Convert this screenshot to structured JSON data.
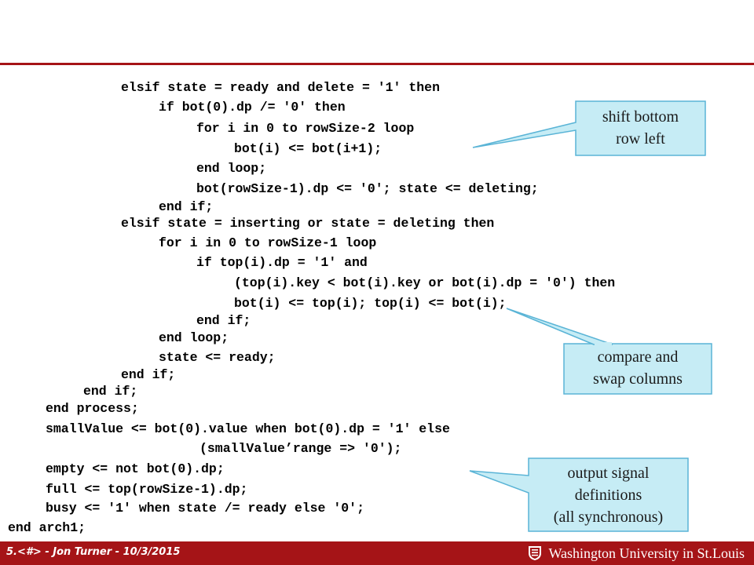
{
  "code_lines": [
    "elsif state = ready and delete = '1' then",
    "if bot(0).dp /= '0' then",
    "for i in 0 to rowSize-2 loop",
    "bot(i) <= bot(i+1);",
    "end loop;",
    "bot(rowSize-1).dp <= '0'; state <= deleting;",
    "end if;",
    "elsif state = inserting or state = deleting then",
    "for i in 0 to rowSize-1 loop",
    "if top(i).dp = '1' and",
    "(top(i).key < bot(i).key or bot(i).dp = '0') then",
    "bot(i) <= top(i); top(i) <= bot(i);",
    "end if;",
    "end loop;",
    "state <= ready;",
    "end if;",
    "end if;",
    "end process;",
    "smallValue <= bot(0).value when bot(0).dp = '1' else",
    "(smallValue’range => '0');",
    "empty <= not bot(0).dp;",
    "full <= top(rowSize-1).dp;",
    "busy <= '1' when state /= ready else '0';",
    "end arch1;"
  ],
  "callouts": [
    {
      "lines": [
        "shift bottom",
        "row left"
      ]
    },
    {
      "lines": [
        "compare and",
        "swap columns"
      ]
    },
    {
      "lines": [
        "output signal",
        "definitions",
        "(all synchronous)"
      ]
    }
  ],
  "footer": {
    "slide_label": "5.<#> - Jon Turner - 10/3/2015",
    "university": "Washington University in St.Louis"
  },
  "colors": {
    "accent": "#a51417",
    "callout_fill": "#c6ecf5",
    "callout_stroke": "#5ab4d6"
  }
}
